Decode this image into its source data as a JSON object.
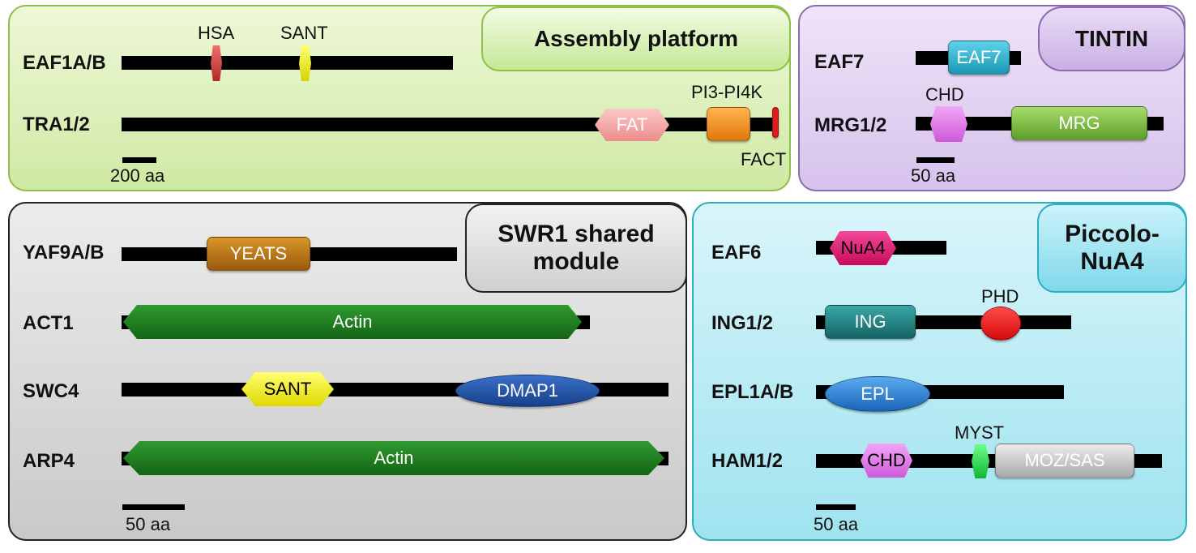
{
  "panels": {
    "assembly": {
      "title": "Assembly platform",
      "proteins": {
        "eaf1": {
          "name": "EAF1A/B",
          "domains": {
            "hsa": "HSA",
            "sant": "SANT"
          }
        },
        "tra1": {
          "name": "TRA1/2",
          "domains": {
            "fat": "FAT",
            "pi3": "PI3-PI4K",
            "fact": "FACT"
          }
        }
      },
      "scale": "200 aa"
    },
    "tintin": {
      "title": "TINTIN",
      "proteins": {
        "eaf7": {
          "name": "EAF7",
          "domains": {
            "eaf7": "EAF7"
          }
        },
        "mrg": {
          "name": "MRG1/2",
          "domains": {
            "chd": "CHD",
            "mrg": "MRG"
          }
        }
      },
      "scale": "50 aa"
    },
    "swr1": {
      "title": "SWR1 shared\nmodule",
      "proteins": {
        "yaf9": {
          "name": "YAF9A/B",
          "domains": {
            "yeats": "YEATS"
          }
        },
        "act1": {
          "name": "ACT1",
          "domains": {
            "actin": "Actin"
          }
        },
        "swc4": {
          "name": "SWC4",
          "domains": {
            "sant": "SANT",
            "dmap1": "DMAP1"
          }
        },
        "arp4": {
          "name": "ARP4",
          "domains": {
            "actin": "Actin"
          }
        }
      },
      "scale": "50 aa"
    },
    "piccolo": {
      "title": "Piccolo-\nNuA4",
      "proteins": {
        "eaf6": {
          "name": "EAF6",
          "domains": {
            "nua4": "NuA4"
          }
        },
        "ing": {
          "name": "ING1/2",
          "domains": {
            "ing": "ING",
            "phd": "PHD"
          }
        },
        "epl1": {
          "name": "EPL1A/B",
          "domains": {
            "epl": "EPL"
          }
        },
        "ham": {
          "name": "HAM1/2",
          "domains": {
            "chd": "CHD",
            "myst": "MYST",
            "mozsas": "MOZ/SAS"
          }
        }
      },
      "scale": "50 aa"
    }
  },
  "colors": {
    "hsa": "#d8403a",
    "sant_small": "#e8e800",
    "fat": "#f5a3a3",
    "pi3": "#f08a1c",
    "fact": "#e01b1b",
    "eaf7": "#2bb3cf",
    "chd": "#e07ae8",
    "mrg": "#7cbf3a",
    "yeats": "#b06a14",
    "actin": "#1f7d1f",
    "sant": "#f3ee22",
    "dmap1": "#1f4e9e",
    "nua4": "#e8186e",
    "ing": "#1f7d7d",
    "phd": "#e81212",
    "epl": "#2f86d8",
    "myst": "#22d84a",
    "mozsas": "#c8c8c8"
  }
}
